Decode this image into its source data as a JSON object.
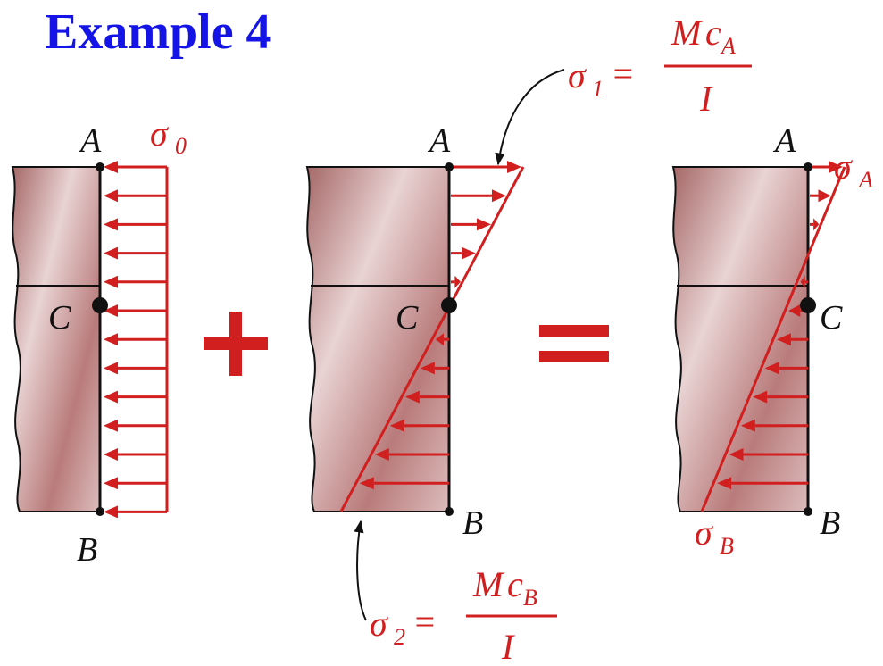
{
  "title": "Example 4",
  "labels": {
    "A": "A",
    "B": "B",
    "C": "C",
    "sigma": "σ",
    "sub0": "0",
    "sub1": "1",
    "sub2": "2",
    "subA": "A",
    "subB": "B",
    "equals": "=",
    "M": "M",
    "c": "c",
    "I": "I"
  },
  "operators": {
    "plus": "+",
    "equals": "="
  },
  "colors": {
    "title": "#1414e6",
    "stress": "#d11f1f",
    "section_fill_light": "#e8cfcf",
    "section_fill_dark": "#9a5d5d",
    "text": "#111111"
  }
}
